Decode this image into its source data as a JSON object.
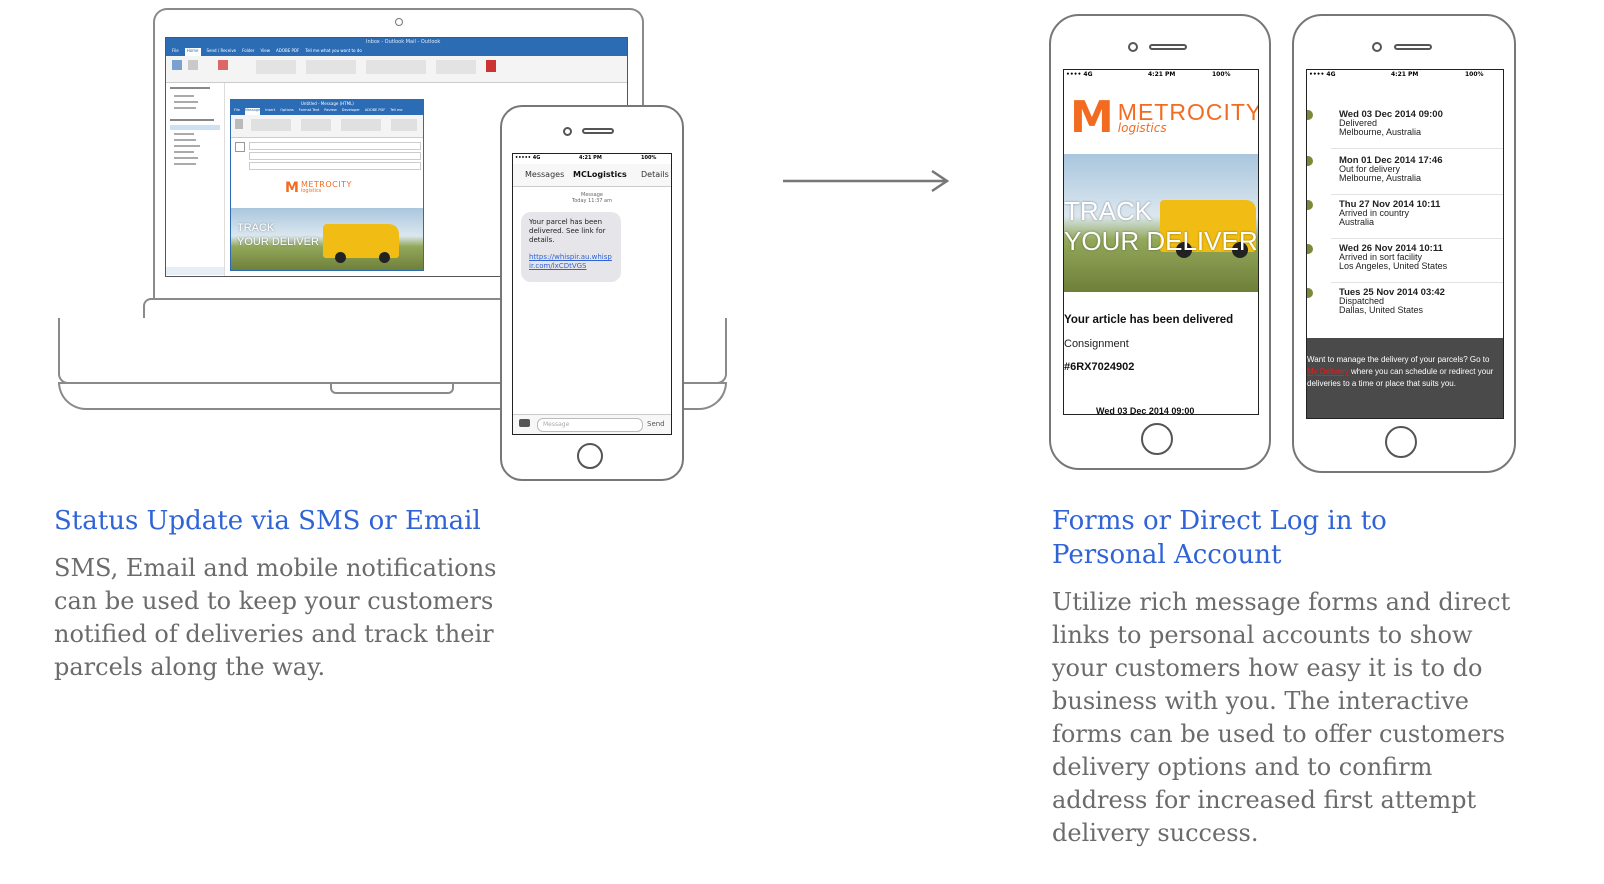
{
  "left": {
    "heading": "Status Update via SMS or Email",
    "body": "SMS, Email and mobile notifications can be used to keep your customers notified of deliveries and track their parcels along the way."
  },
  "right": {
    "heading_line1": "Forms or Direct Log in to",
    "heading_line2": "Personal Account",
    "body": "Utilize rich message forms and direct links to personal accounts to show your customers how easy it is to do business with you. The interactive forms can be used to offer customers delivery options and to confirm address for increased first attempt delivery success."
  },
  "brand": {
    "name": "METROCITY",
    "sub": "logistics",
    "hero_line1": "TRACK",
    "hero_line2": "YOUR DELIVER",
    "orange": "#f26b21",
    "link_blue": "#2f63d6"
  },
  "sms_phone": {
    "carrier": "••••• 4G",
    "time": "4:21 PM",
    "battery": "100%",
    "back": "Messages",
    "contact": "MCLogistics",
    "details": "Details",
    "meta_line1": "Message",
    "meta_line2": "Today  11:37 am",
    "bubble_text": "Your parcel has been delivered. See link for details.",
    "bubble_link": "https://whispir.au.whispir.com/lxCDtVGS",
    "input_placeholder": "Message",
    "send": "Send"
  },
  "email_window": {
    "title": "Inbox - Outlook Mail - Outlook",
    "tabs": [
      "File",
      "Home",
      "Send / Receive",
      "Folder",
      "View",
      "ADOBE PDF",
      "Tell me what you want to do"
    ],
    "compose_title": "Untitled - Message (HTML)",
    "compose_tabs": [
      "File",
      "Message",
      "Insert",
      "Options",
      "Format Text",
      "Review",
      "Developer",
      "ADOBE PDF",
      "Tell me"
    ]
  },
  "form_phone": {
    "carrier": "•••• 4G",
    "time": "4:21 PM",
    "battery": "100%",
    "delivered_title": "Your article has been delivered",
    "consignment_label": "Consignment",
    "consignment_no": "#6RX7024902",
    "footer_date": "Wed 03 Dec 2014 09:00"
  },
  "track_phone": {
    "carrier": "•••• 4G",
    "time": "4:21 PM",
    "battery": "100%",
    "events": [
      {
        "date": "Wed 03 Dec 2014 09:00",
        "status": "Delivered",
        "place": "Melbourne, Australia"
      },
      {
        "date": "Mon 01 Dec 2014 17:46",
        "status": "Out for delivery",
        "place": "Melbourne, Australia"
      },
      {
        "date": "Thu 27 Nov 2014 10:11",
        "status": "Arrived in country",
        "place": "Australia"
      },
      {
        "date": "Wed 26 Nov 2014 10:11",
        "status": "Arrived in sort facility",
        "place": "Los Angeles, United States"
      },
      {
        "date": "Tues 25 Nov 2014 03:42",
        "status": "Dispatched",
        "place": "Dallas, United States"
      }
    ],
    "banner_pre": "Want to manage the delivery of your parcels? Go to ",
    "banner_link": "My Delivery",
    "banner_post": " where you can schedule or redirect your deliveries to a time or place that suits you."
  }
}
